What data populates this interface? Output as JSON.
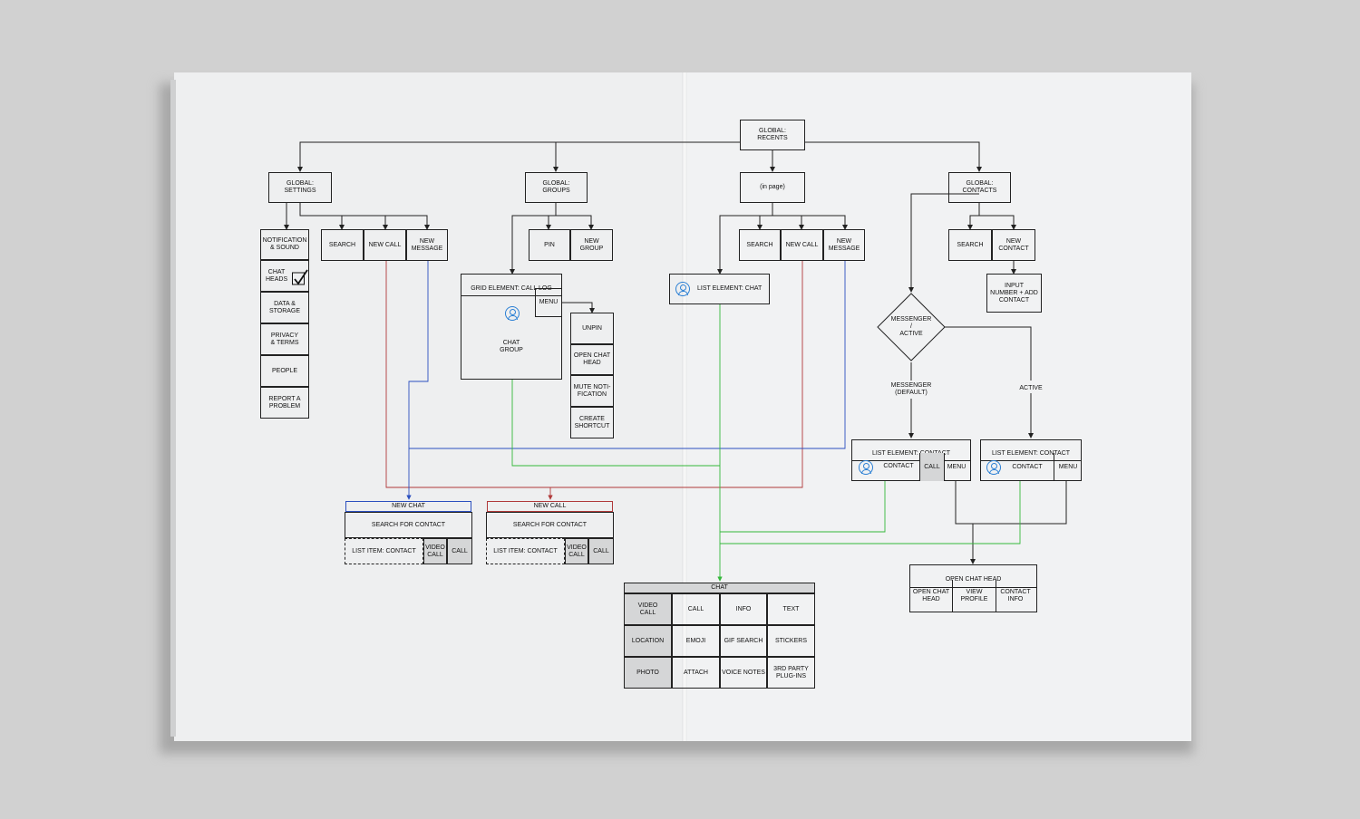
{
  "colors": {
    "background": "#d1d1d1",
    "paper": "#eeeff0",
    "line_black": "#222222",
    "line_red": "#b0393a",
    "line_blue": "#2b4fbf",
    "line_green": "#34b83a",
    "icon_blue": "#2a7fd4"
  },
  "root": "GLOBAL:\nRECENTS",
  "settings": {
    "title": "GLOBAL:\nSETTINGS",
    "items": [
      "NOTIFICATION\n& SOUND",
      "CHAT\nHEADS",
      "DATA &\nSTORAGE",
      "PRIVACY\n& TERMS",
      "PEOPLE",
      "REPORT A\nPROBLEM"
    ],
    "actions": [
      "SEARCH",
      "NEW CALL",
      "NEW\nMESSAGE"
    ]
  },
  "groups": {
    "title": "GLOBAL:\nGROUPS",
    "actions": [
      "PIN",
      "NEW\nGROUP"
    ],
    "grid_title": "GRID ELEMENT: CALL LOG",
    "menu": "MENU",
    "chat_group": "CHAT\nGROUP",
    "menu_items": [
      "UNPIN",
      "OPEN CHAT\nHEAD",
      "MUTE NOTI-\nFICATION",
      "CREATE\nSHORTCUT"
    ]
  },
  "in_page": {
    "title": "(in page)",
    "actions": [
      "SEARCH",
      "NEW CALL",
      "NEW\nMESSAGE"
    ],
    "list_chat": "LIST ELEMENT: CHAT"
  },
  "contacts": {
    "title": "GLOBAL:\nCONTACTS",
    "actions": [
      "SEARCH",
      "NEW\nCONTACT"
    ],
    "input": "INPUT\nNUMBER + ADD\nCONTACT",
    "decision": "MESSENGER\n/\nACTIVE",
    "branch_left": "MESSENGER\n(DEFAULT)",
    "branch_right": "ACTIVE",
    "list_a": {
      "title": "LIST ELEMENT: CONTACT",
      "contact": "CONTACT",
      "call": "CALL",
      "menu": "MENU"
    },
    "list_b": {
      "title": "LIST ELEMENT: CONTACT",
      "contact": "CONTACT",
      "menu": "MENU"
    }
  },
  "new_chat": {
    "title": "NEW CHAT",
    "search": "SEARCH FOR CONTACT",
    "item": "LIST ITEM: CONTACT",
    "video": "VIDEO\nCALL",
    "call": "CALL"
  },
  "new_call": {
    "title": "NEW CALL",
    "search": "SEARCH FOR CONTACT",
    "item": "LIST ITEM: CONTACT",
    "video": "VIDEO\nCALL",
    "call": "CALL"
  },
  "open_chat_head": {
    "title": "OPEN CHAT HEAD",
    "cells": [
      "OPEN CHAT\nHEAD",
      "VIEW\nPROFILE",
      "CONTACT\nINFO"
    ]
  },
  "chat": {
    "title": "CHAT",
    "cells": [
      [
        "VIDEO\nCALL",
        "CALL",
        "INFO",
        "TEXT"
      ],
      [
        "LOCATION",
        "EMOJI",
        "GIF SEARCH",
        "STICKERS"
      ],
      [
        "PHOTO",
        "ATTACH",
        "VOICE NOTES",
        "3RD PARTY\nPLUG-INS"
      ]
    ]
  }
}
